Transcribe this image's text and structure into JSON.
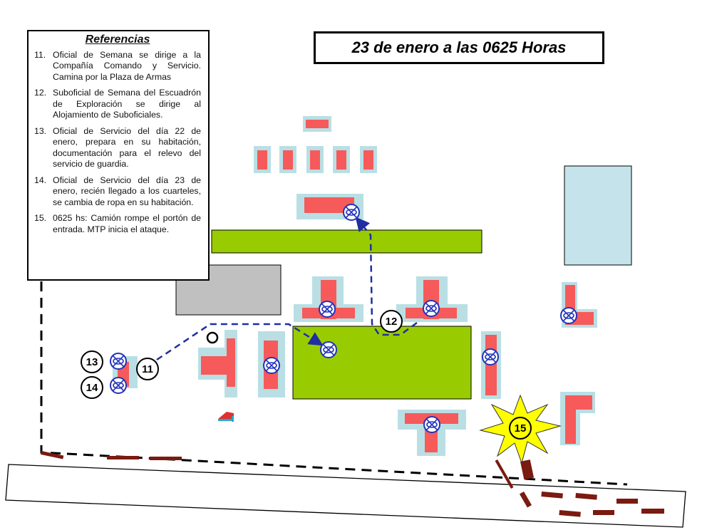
{
  "title": "23 de enero a las 0625 Horas",
  "references": {
    "heading": "Referencias",
    "items": [
      {
        "num": "11.",
        "text": "Oficial de Semana se dirige a la Compañía Comando y Servicio. Camina por la Plaza de Armas"
      },
      {
        "num": "12.",
        "text": "Suboficial de Semana del Escuadrón de Exploración se dirige al Alojamiento de Suboficiales."
      },
      {
        "num": "13.",
        "text": "Oficial de Servicio del día 22 de enero, prepara en su habitación, documentación para el relevo del servicio de guardia."
      },
      {
        "num": "14.",
        "text": "Oficial de Servicio del día 23 de enero, recién llegado a los cuarteles, se cambia de ropa en su habitación."
      },
      {
        "num": "15.",
        "text": "0625 hs: Camión rompe el portón de entrada. MTP inicia el ataque."
      }
    ]
  },
  "markers": {
    "m11": "11",
    "m12": "12",
    "m13": "13",
    "m14": "14",
    "m15": "15"
  },
  "colors": {
    "building": "#f65a5a",
    "pad": "#b9dfe4",
    "field": "#99cc00",
    "gray": "#c0c0c0",
    "path": "#1f2fa0",
    "explosion": "#ffff00",
    "truck": "#7a1a10"
  }
}
